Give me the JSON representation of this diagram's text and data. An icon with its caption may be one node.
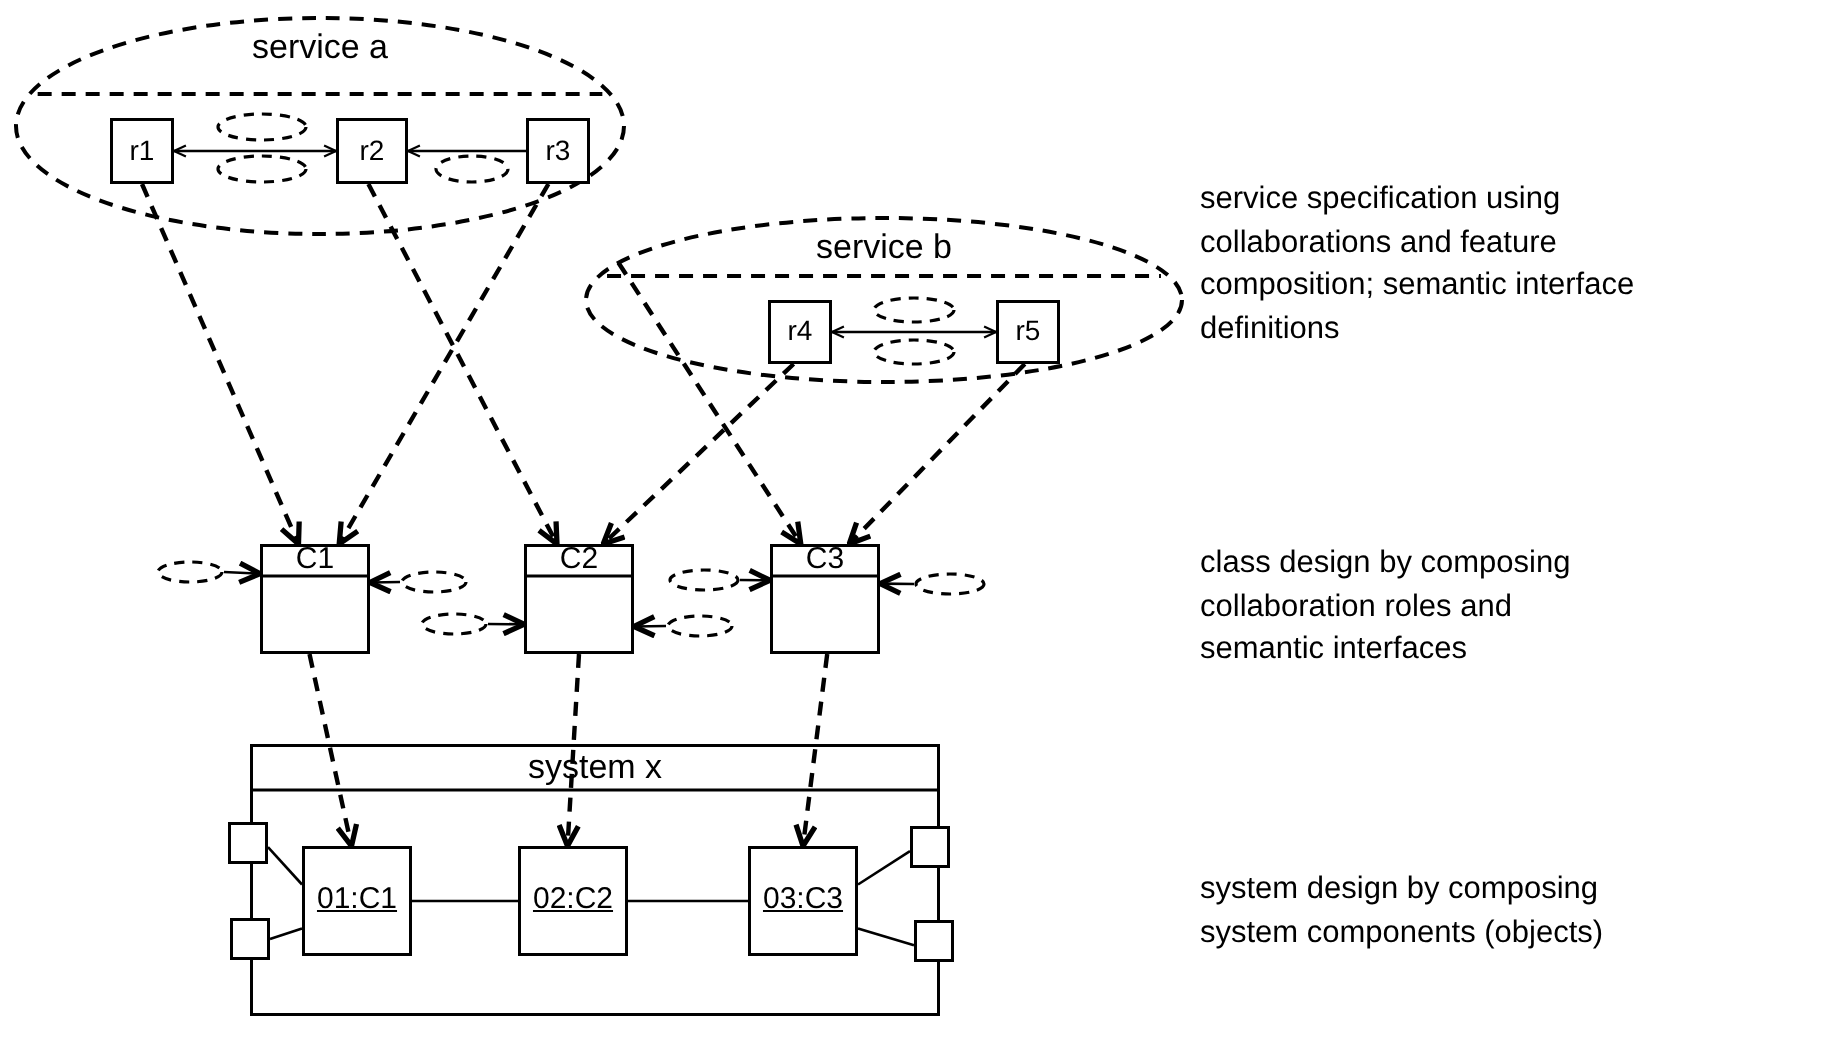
{
  "diagram": {
    "nodes": [
      {
        "text": [
          "service a"
        ]
      },
      {
        "text": [
          "r1"
        ],
        "in": 0
      },
      {
        "text": [],
        "shape": "ellipse",
        "in": 0
      },
      {
        "text": [],
        "shape": "ellipse",
        "in": 0
      },
      {
        "text": [
          "r2"
        ],
        "in": 0
      },
      {
        "text": [],
        "shape": "ellipse",
        "in": 0
      },
      {
        "text": [
          "r3"
        ],
        "in": 0
      },
      {
        "text": [
          "service b"
        ]
      },
      {
        "text": [
          "r4"
        ],
        "in": 7
      },
      {
        "text": [],
        "shape": "ellipse",
        "in": 7
      },
      {
        "text": [],
        "shape": "ellipse",
        "in": 7
      },
      {
        "text": [
          "r5"
        ],
        "in": 7
      },
      {
        "text": [
          "C1"
        ]
      },
      {
        "text": [
          "C2"
        ]
      },
      {
        "text": [
          "C3"
        ]
      },
      {
        "text": [],
        "shape": "ellipse"
      },
      {
        "text": [],
        "shape": "ellipse"
      },
      {
        "text": [],
        "shape": "ellipse"
      },
      {
        "text": [],
        "shape": "ellipse"
      },
      {
        "text": [],
        "shape": "ellipse"
      },
      {
        "text": [],
        "shape": "ellipse"
      },
      {
        "text": [
          "system x"
        ]
      },
      {
        "text": [],
        "shape": "box"
      },
      {
        "text": [],
        "shape": "box"
      },
      {
        "text": [
          "01:C1"
        ],
        "in": 21
      },
      {
        "text": [
          "02:C2"
        ],
        "in": 21
      },
      {
        "text": [
          "03:C3"
        ],
        "in": 21
      },
      {
        "text": [],
        "shape": "box"
      },
      {
        "text": [],
        "shape": "box"
      }
    ],
    "edges": [
      {
        "from": 1,
        "to": 4,
        "arrow": "both"
      },
      {
        "from": 6,
        "to": 4,
        "arrow": "to"
      },
      {
        "from": 8,
        "to": 11,
        "arrow": "both"
      },
      {
        "from": 1,
        "to": 12,
        "arrow": "to",
        "style": "dashed"
      },
      {
        "from": 6,
        "to": 12,
        "arrow": "to",
        "style": "dashed"
      },
      {
        "from": 4,
        "to": 13,
        "arrow": "to",
        "style": "dashed"
      },
      {
        "from": 8,
        "to": 13,
        "arrow": "to",
        "style": "dashed"
      },
      {
        "from": 7,
        "to": 14,
        "arrow": "to",
        "style": "dashed"
      },
      {
        "from": 11,
        "to": 14,
        "arrow": "to",
        "style": "dashed"
      },
      {
        "from": 15,
        "to": 12,
        "arrow": "to"
      },
      {
        "from": 16,
        "to": 12,
        "arrow": "to"
      },
      {
        "from": 17,
        "to": 13,
        "arrow": "to"
      },
      {
        "from": 18,
        "to": 13,
        "arrow": "to"
      },
      {
        "from": 19,
        "to": 14,
        "arrow": "to"
      },
      {
        "from": 20,
        "to": 14,
        "arrow": "to"
      },
      {
        "from": 12,
        "to": 24,
        "arrow": "to",
        "style": "dashed"
      },
      {
        "from": 13,
        "to": 25,
        "arrow": "to",
        "style": "dashed"
      },
      {
        "from": 14,
        "to": 26,
        "arrow": "to",
        "style": "dashed"
      },
      {
        "from": 24,
        "to": 25,
        "arrow": "none"
      },
      {
        "from": 25,
        "to": 26,
        "arrow": "none"
      },
      {
        "from": 22,
        "to": 24,
        "arrow": "none"
      },
      {
        "from": 23,
        "to": 24,
        "arrow": "none"
      },
      {
        "from": 26,
        "to": 27,
        "arrow": "none"
      },
      {
        "from": 26,
        "to": 28,
        "arrow": "none"
      }
    ],
    "labels": [
      "service specification using collaborations and feature composition; semantic interface definitions",
      "class design by composing collaboration roles and semantic interfaces",
      "system design by composing system components (objects)"
    ]
  }
}
